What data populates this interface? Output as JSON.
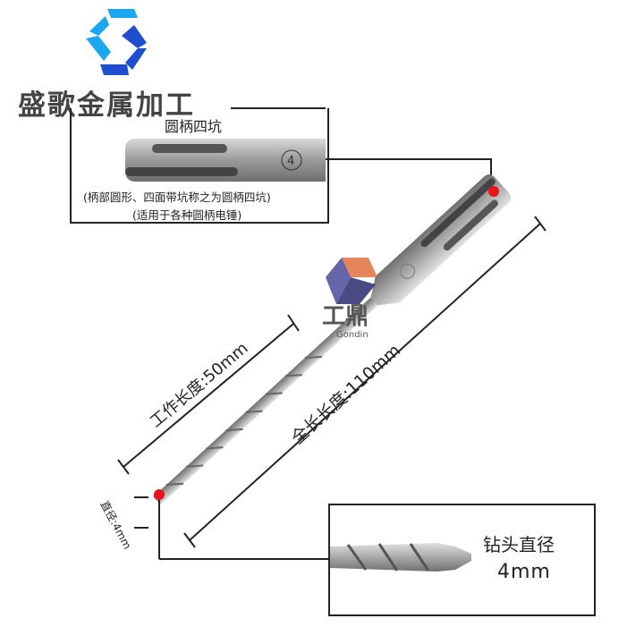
{
  "brand": {
    "name": "盛歌金属加工",
    "colors": {
      "light": "#1aa7f0",
      "dark": "#1f4fd0"
    }
  },
  "watermark": {
    "name": "工鼎",
    "sub": "Gondin"
  },
  "shank_callout": {
    "title": "圆柄四坑",
    "note1": "(柄部圆形、四面带坑称之为圆柄四坑)",
    "note2": "(适用于各种圆柄电锤)"
  },
  "tip_callout": {
    "label": "钻头直径",
    "value": "4mm"
  },
  "dimensions": {
    "working_length": "工作长度:50mm",
    "total_length": "全长长度:110mm",
    "diameter": "直径:4mm"
  },
  "marker_color": "#e8141c",
  "bit_mark": "4"
}
